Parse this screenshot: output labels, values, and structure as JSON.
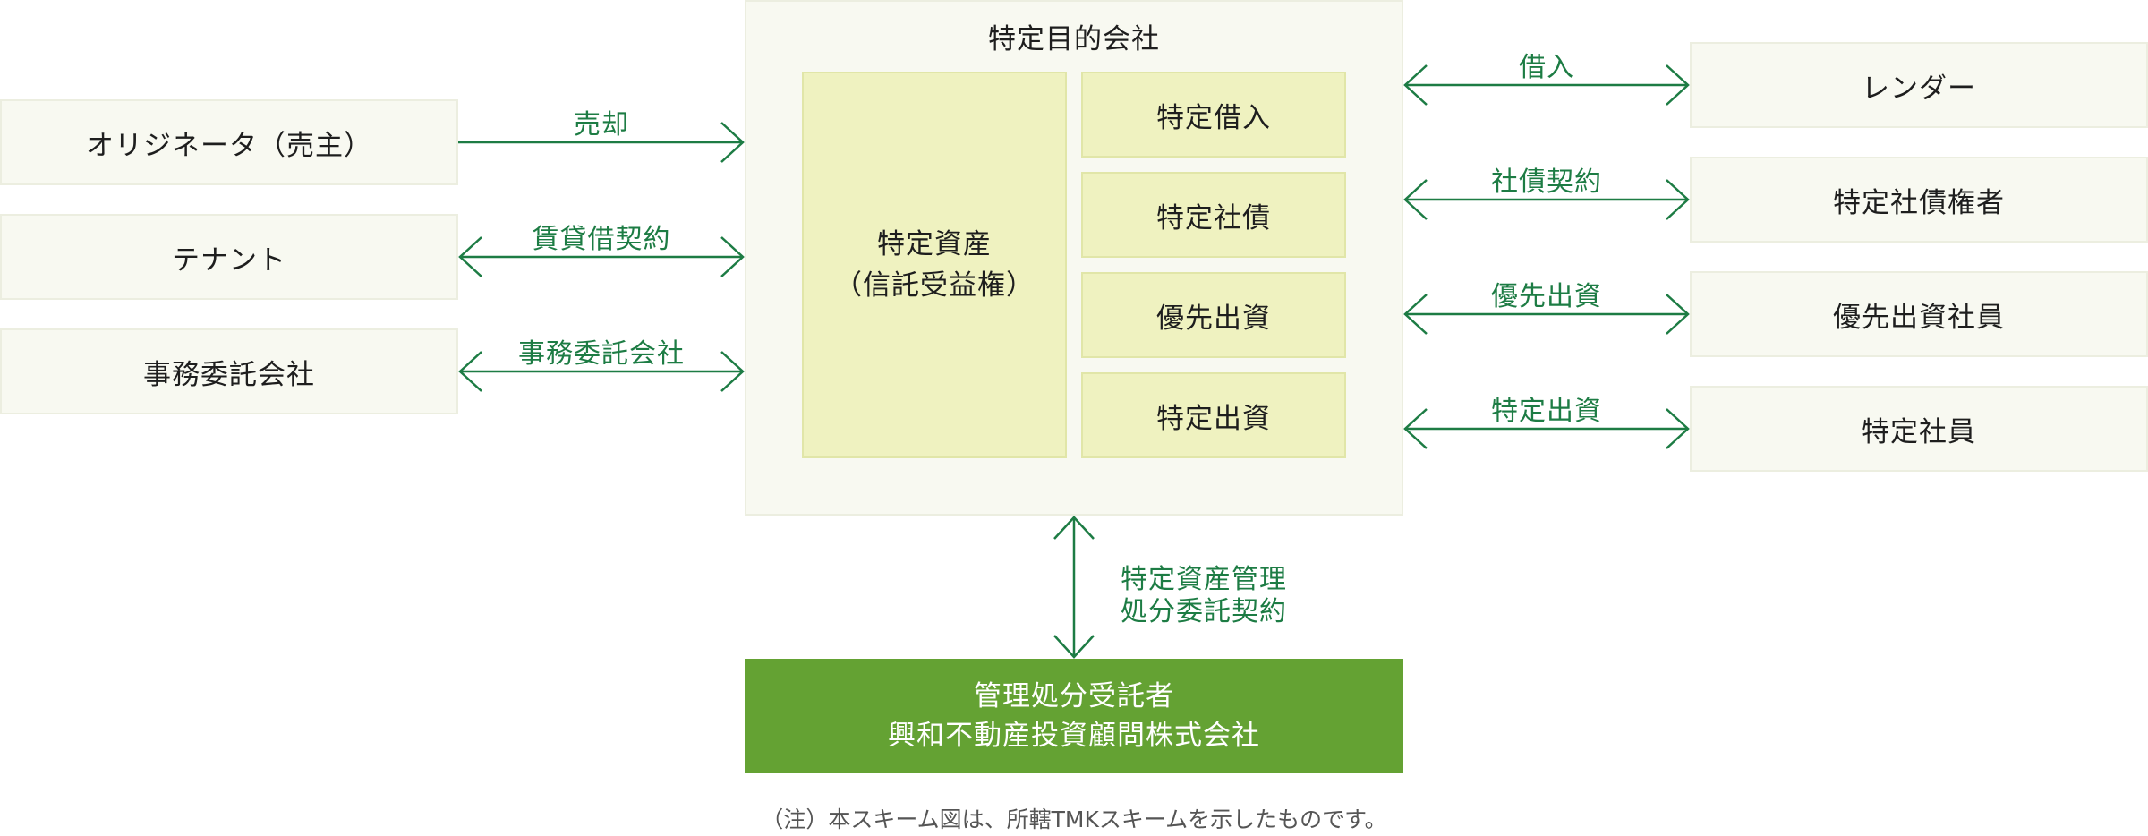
{
  "colors": {
    "arrow": "#1d7c44",
    "manager_fill": "#64a233",
    "box_fill": "#f8f9f1",
    "inner_fill": "#eff2c0"
  },
  "spc": {
    "title": "特定目的会社",
    "asset_line1": "特定資産",
    "asset_line2": "（信託受益権）",
    "items": [
      "特定借入",
      "特定社債",
      "優先出資",
      "特定出資"
    ]
  },
  "left": [
    {
      "name": "オリジネータ（売主）",
      "relation": "売却",
      "arrow": "one-way-right"
    },
    {
      "name": "テナント",
      "relation": "賃貸借契約",
      "arrow": "two-way"
    },
    {
      "name": "事務委託会社",
      "relation": "事務委託会社",
      "arrow": "two-way"
    }
  ],
  "right": [
    {
      "name": "レンダー",
      "relation": "借入",
      "arrow": "two-way"
    },
    {
      "name": "特定社債権者",
      "relation": "社債契約",
      "arrow": "two-way"
    },
    {
      "name": "優先出資社員",
      "relation": "優先出資",
      "arrow": "two-way"
    },
    {
      "name": "特定社員",
      "relation": "特定出資",
      "arrow": "two-way"
    }
  ],
  "manager": {
    "relation_line1": "特定資産管理",
    "relation_line2": "処分委託契約",
    "line1": "管理処分受託者",
    "line2": "興和不動産投資顧問株式会社"
  },
  "note": "（注）本スキーム図は、所轄TMKスキームを示したものです。"
}
